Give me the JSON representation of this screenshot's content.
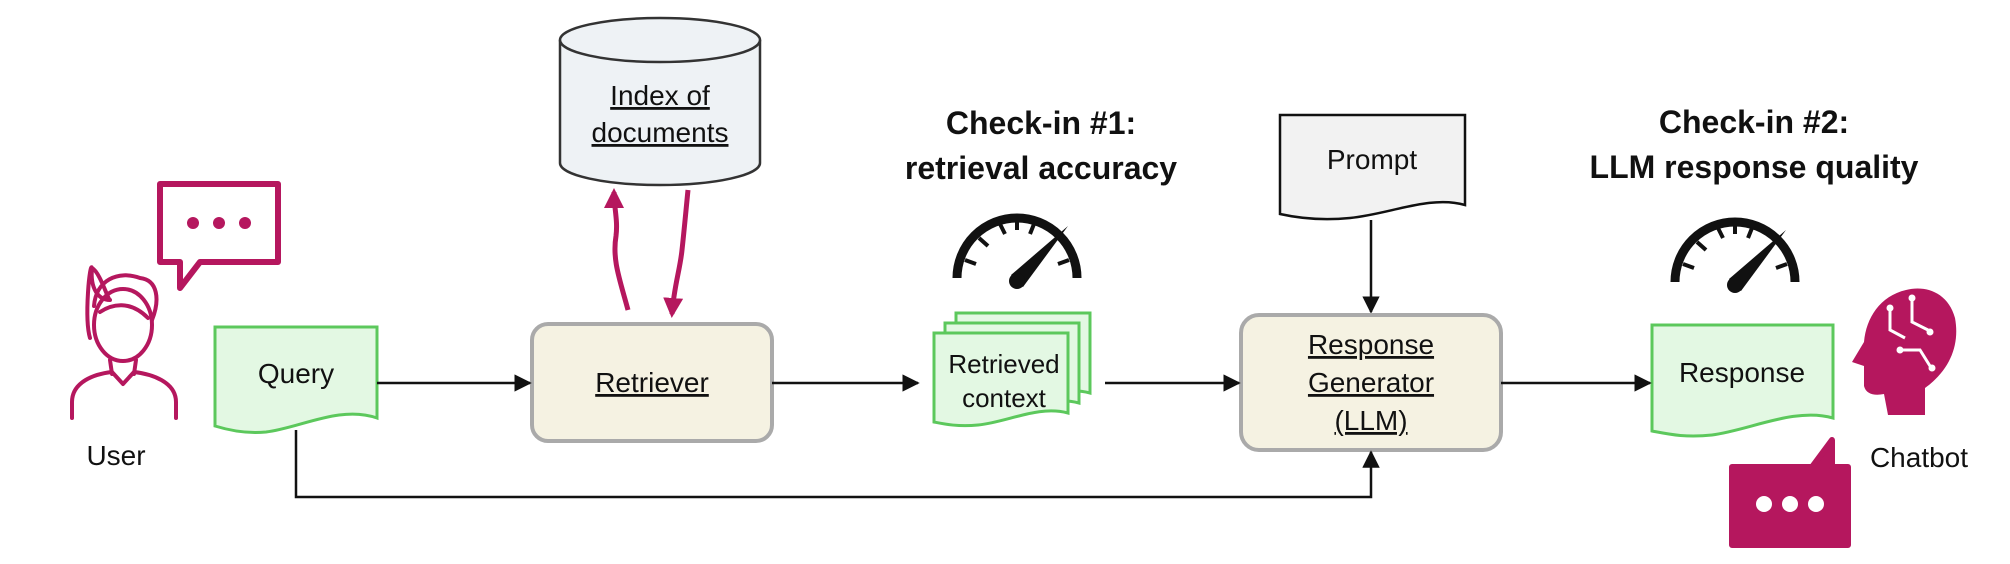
{
  "colors": {
    "accent": "#b5175e",
    "doc_fill": "#e3f8e3",
    "doc_stroke": "#5cc85c",
    "box_fill": "#f5f2e2",
    "box_stroke": "#aaaaaa",
    "db_fill": "#eef2f5",
    "prompt_fill": "#f2f2f2"
  },
  "icons": [
    "person-icon",
    "chat-bubble-icon",
    "gauge-icon",
    "ai-head-icon",
    "chat-bubble-filled-icon"
  ],
  "user": {
    "label": "User"
  },
  "query": {
    "label": "Query"
  },
  "index": {
    "line1": "Index of",
    "line2": "documents"
  },
  "retriever": {
    "label": "Retriever"
  },
  "checkin1": {
    "line1": "Check-in #1:",
    "line2": "retrieval accuracy"
  },
  "context": {
    "line1": "Retrieved",
    "line2": "context"
  },
  "prompt": {
    "label": "Prompt"
  },
  "generator": {
    "line1": "Response",
    "line2": "Generator",
    "line3": "(LLM)"
  },
  "checkin2": {
    "line1": "Check-in #2:",
    "line2": "LLM response quality"
  },
  "response": {
    "label": "Response"
  },
  "chatbot": {
    "label": "Chatbot"
  }
}
